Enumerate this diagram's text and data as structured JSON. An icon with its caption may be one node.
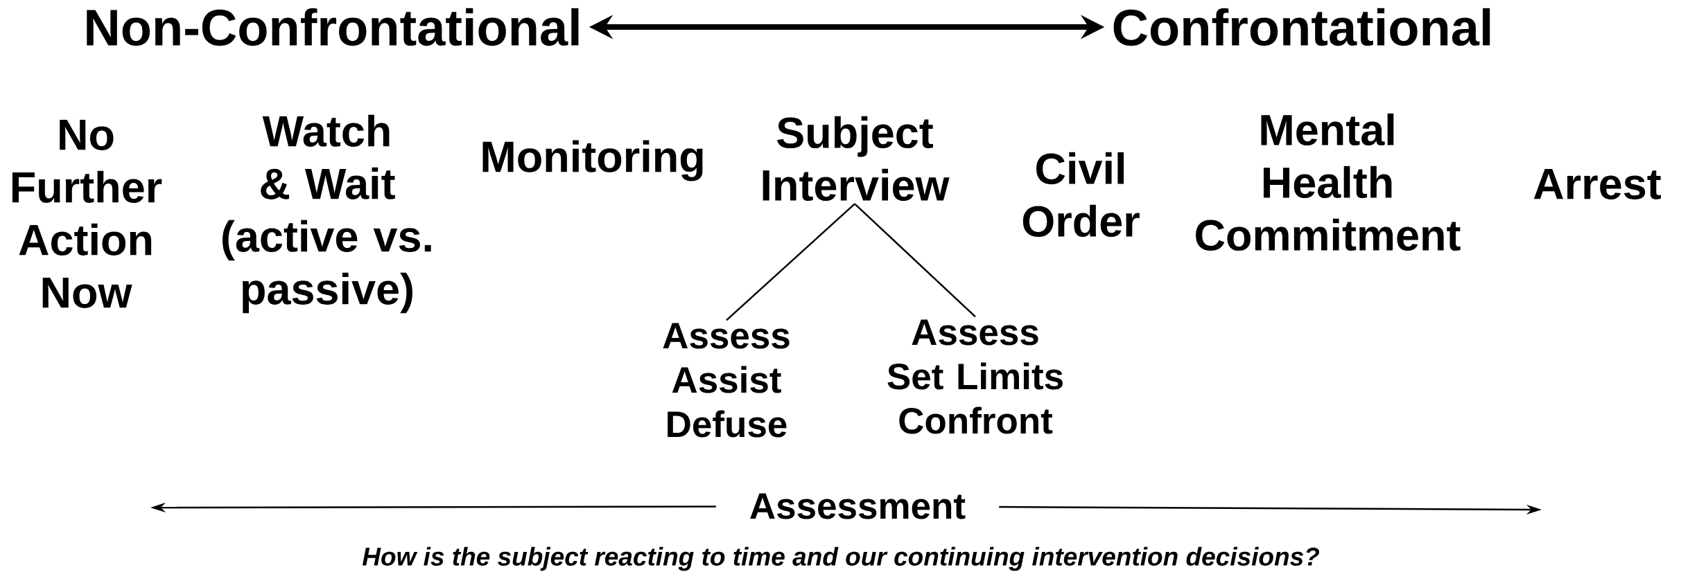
{
  "diagram": {
    "caption": "How is the subject reacting to time and our continuing intervention decisions?",
    "nodes": [
      {
        "text": [
          "Non-Confrontational"
        ]
      },
      {
        "text": [
          "Confrontational"
        ]
      },
      {
        "text": [
          "No Further Action Now"
        ]
      },
      {
        "text": [
          "Watch & Wait (active vs. passive)"
        ]
      },
      {
        "text": [
          "Monitoring"
        ]
      },
      {
        "text": [
          "Subject Interview"
        ]
      },
      {
        "text": [
          "Civil Order"
        ]
      },
      {
        "text": [
          "Mental Health Commitment"
        ]
      },
      {
        "text": [
          "Arrest"
        ]
      },
      {
        "text": [
          "Assess Assist Defuse"
        ]
      },
      {
        "text": [
          "Assess Set Limits Confront"
        ]
      },
      {
        "text": [
          "Assessment"
        ]
      }
    ],
    "edges": [
      {
        "from": 0,
        "to": 1,
        "arrow": "both",
        "style": "thick"
      },
      {
        "from": 5,
        "to": 9,
        "arrow": "none"
      },
      {
        "from": 5,
        "to": 10,
        "arrow": "none"
      },
      {
        "from": 11,
        "to": null,
        "arrow": "to"
      },
      {
        "from": 11,
        "to": null,
        "arrow": "to"
      }
    ]
  }
}
